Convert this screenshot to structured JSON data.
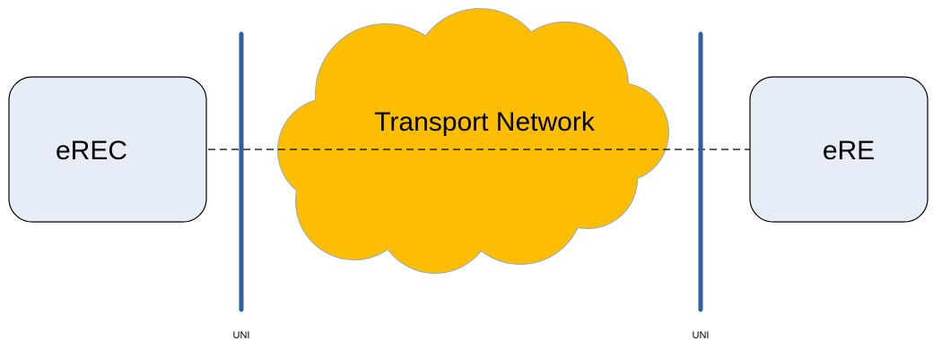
{
  "nodes": {
    "left_box": {
      "label": "eREC"
    },
    "right_box": {
      "label": "eRE"
    },
    "cloud": {
      "label": "Transport Network"
    }
  },
  "interfaces": {
    "left": {
      "label": "UNI"
    },
    "right": {
      "label": "UNI"
    }
  },
  "colors": {
    "box_fill": "#e6edf7",
    "box_stroke": "#000000",
    "cloud_fill": "#fdbd00",
    "cloud_stroke": "#9aa8b8",
    "interface_line": "#2f5ea6",
    "link_line": "#000000"
  }
}
